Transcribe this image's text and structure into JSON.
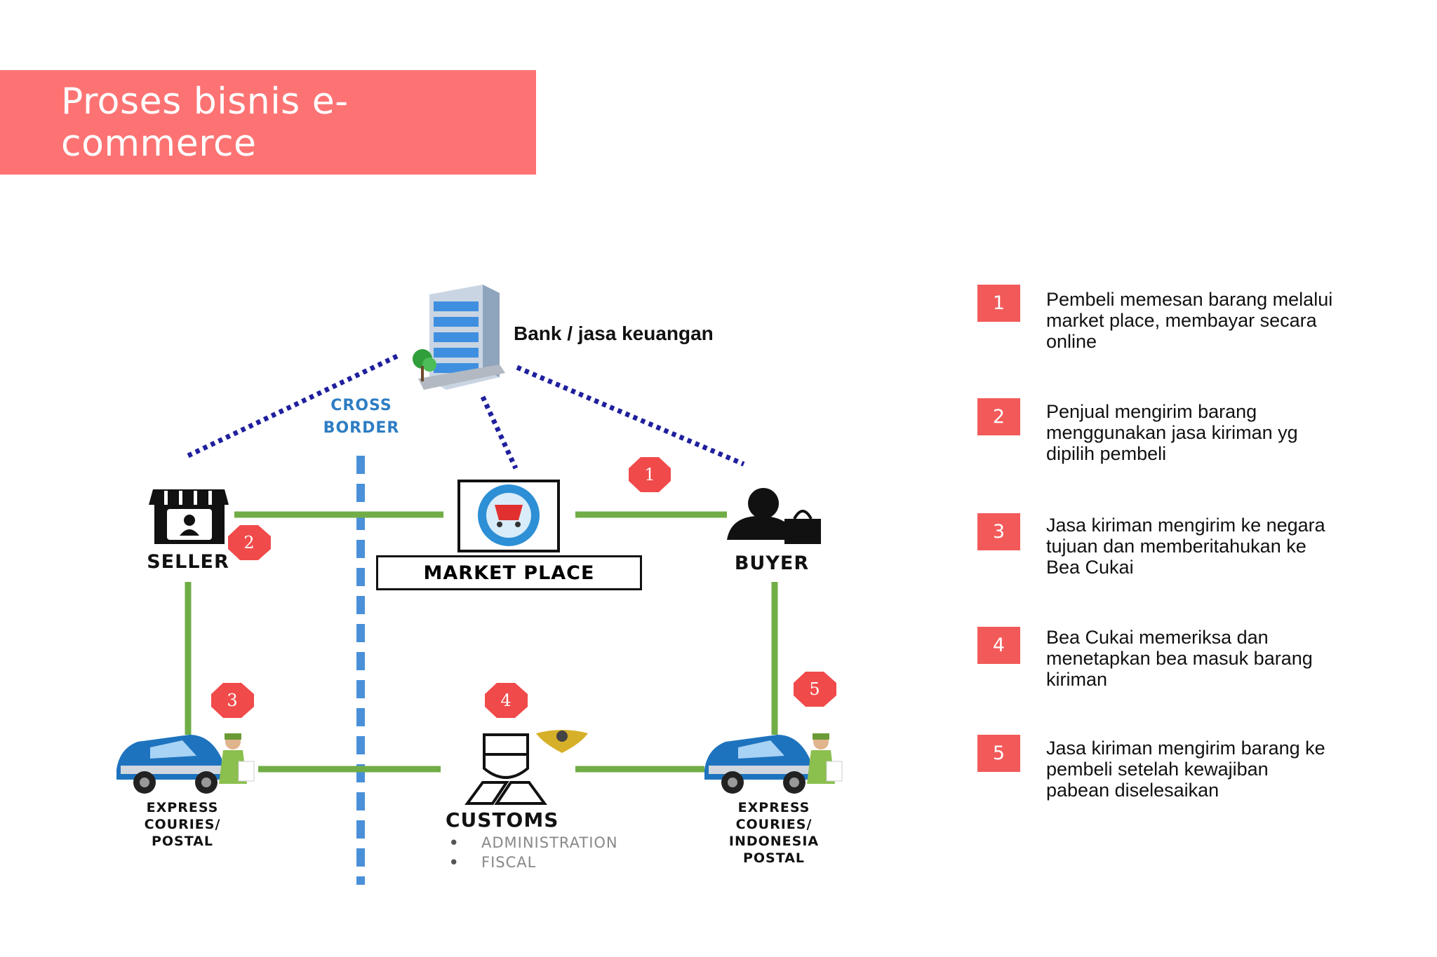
{
  "title": "Proses bisnis e-commerce",
  "diagram": {
    "bank_label": "Bank / jasa keuangan",
    "cross_border": [
      "CROSS",
      "BORDER"
    ],
    "seller_label": "SELLER",
    "marketplace_label": "MARKET PLACE",
    "buyer_label": "BUYER",
    "courier_left": [
      "EXPRESS",
      "COURIES/",
      "POSTAL"
    ],
    "customs_title": "CUSTOMS",
    "customs_items": [
      "ADMINISTRATION",
      "FISCAL"
    ],
    "courier_right": [
      "EXPRESS",
      "COURIES/",
      "INDONESIA",
      "POSTAL"
    ],
    "markers": [
      "1",
      "2",
      "3",
      "4",
      "5"
    ]
  },
  "steps": [
    {
      "num": "1",
      "lines": [
        "Pembeli memesan barang melalui",
        "market place, membayar secara",
        "online"
      ]
    },
    {
      "num": "2",
      "lines": [
        "Penjual mengirim barang",
        "menggunakan jasa kiriman yg",
        "dipilih pembeli"
      ]
    },
    {
      "num": "3",
      "lines": [
        "Jasa kiriman mengirim ke negara",
        "tujuan dan memberitahukan ke",
        "Bea Cukai"
      ]
    },
    {
      "num": "4",
      "lines": [
        "Bea Cukai memeriksa dan",
        "menetapkan bea masuk barang",
        "kiriman"
      ]
    },
    {
      "num": "5",
      "lines": [
        "Jasa kiriman mengirim barang ke",
        "pembeli setelah kewajiban",
        "pabean diselesaikan"
      ]
    }
  ],
  "colors": {
    "title_band": "#fd7373",
    "step_box": "#f25a5a",
    "link_green": "#70ad47",
    "dotted_blue": "#1f1f9e",
    "border_blue": "#4a90d9",
    "marker_red": "#f04a4a"
  }
}
